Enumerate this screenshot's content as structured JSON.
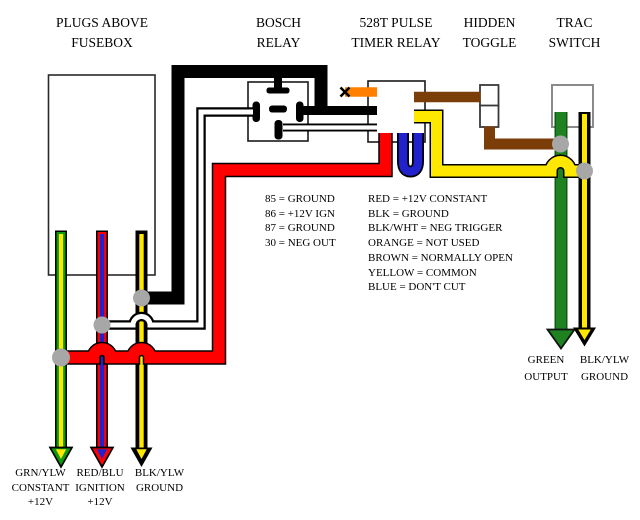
{
  "headers": {
    "fusebox": {
      "line1": "PLUGS ABOVE",
      "line2": "FUSEBOX"
    },
    "bosch": {
      "line1": "BOSCH",
      "line2": "RELAY"
    },
    "timer": {
      "line1": "528T PULSE",
      "line2": "TIMER RELAY"
    },
    "toggle": {
      "line1": "HIDDEN",
      "line2": "TOGGLE"
    },
    "trac": {
      "line1": "TRAC",
      "line2": "SWITCH"
    }
  },
  "bosch_pin_legend": [
    "85 = GROUND",
    "86 = +12V IGN",
    "87 = GROUND",
    "30 = NEG OUT"
  ],
  "timer_wire_legend": [
    "RED = +12V CONSTANT",
    "BLK = GROUND",
    "BLK/WHT = NEG TRIGGER",
    "ORANGE = NOT USED",
    "BROWN = NORMALLY OPEN",
    "YELLOW = COMMON",
    "BLUE = DON'T CUT"
  ],
  "trac_outputs": {
    "green": {
      "line1": "GREEN",
      "line2": "OUTPUT"
    },
    "ground": {
      "line1": "BLK/YLW",
      "line2": "GROUND"
    }
  },
  "fusebox_wire_labels": {
    "constant": {
      "line1": "GRN/YLW",
      "line2": "CONSTANT",
      "line3": "+12V"
    },
    "ignition": {
      "line1": "RED/BLU",
      "line2": "IGNITION",
      "line3": "+12V"
    },
    "ground": {
      "line1": "BLK/YLW",
      "line2": "GROUND"
    }
  },
  "colors": {
    "black": "#000000",
    "white": "#FFFFFF",
    "red": "#FF0000",
    "yellow": "#FFE800",
    "blue": "#2222CC",
    "orange": "#FF8000",
    "brown": "#7B3E09",
    "green_stripe": "#0C9A0C",
    "green_output": "#1E8220",
    "junction_gray": "#A7A7A7"
  }
}
